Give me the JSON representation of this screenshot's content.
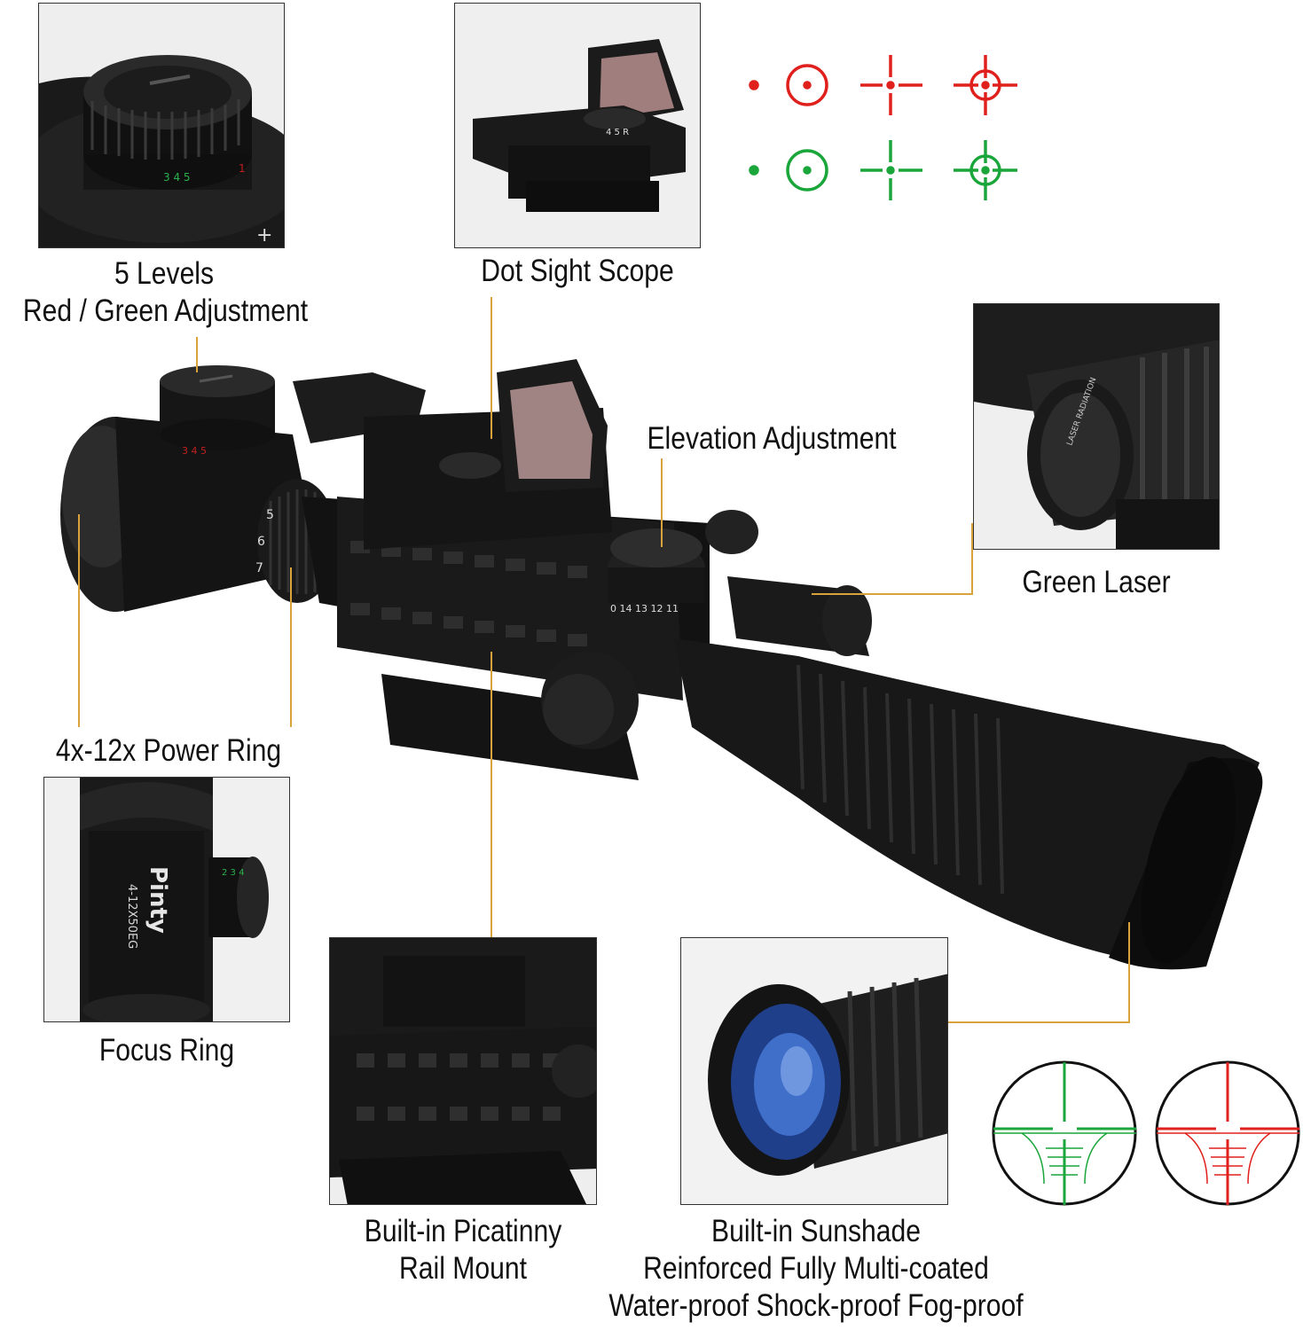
{
  "colors": {
    "accent_line": "#d9a23a",
    "red_reticle": "#e0201c",
    "green_reticle": "#1aa63a",
    "scope_body": "#141414"
  },
  "labels": {
    "levels": [
      "5 Levels",
      "Red / Green Adjustment"
    ],
    "dot_sight": "Dot Sight Scope",
    "elevation": "Elevation Adjustment",
    "green_laser": "Green Laser",
    "power_ring": "4x-12x Power Ring",
    "focus_ring": "Focus Ring",
    "rail_mount": [
      "Built-in Picatinny",
      "Rail Mount"
    ],
    "sunshade": [
      "Built-in Sunshade",
      "Reinforced Fully Multi-coated",
      "Water-proof Shock-proof Fog-proof"
    ]
  },
  "product_markings": {
    "brand": "Pinty",
    "model": "4-12X50EG"
  },
  "reticle_legend": {
    "rows": [
      "red",
      "green"
    ],
    "styles": [
      "dot",
      "circle-dot",
      "cross-dot",
      "circle-cross"
    ]
  },
  "icons": {
    "scope": "rifle-scope-icon",
    "red_dot": "red-dot-sight-icon",
    "laser": "green-laser-icon",
    "reticle": "crosshair-reticle-icon"
  }
}
